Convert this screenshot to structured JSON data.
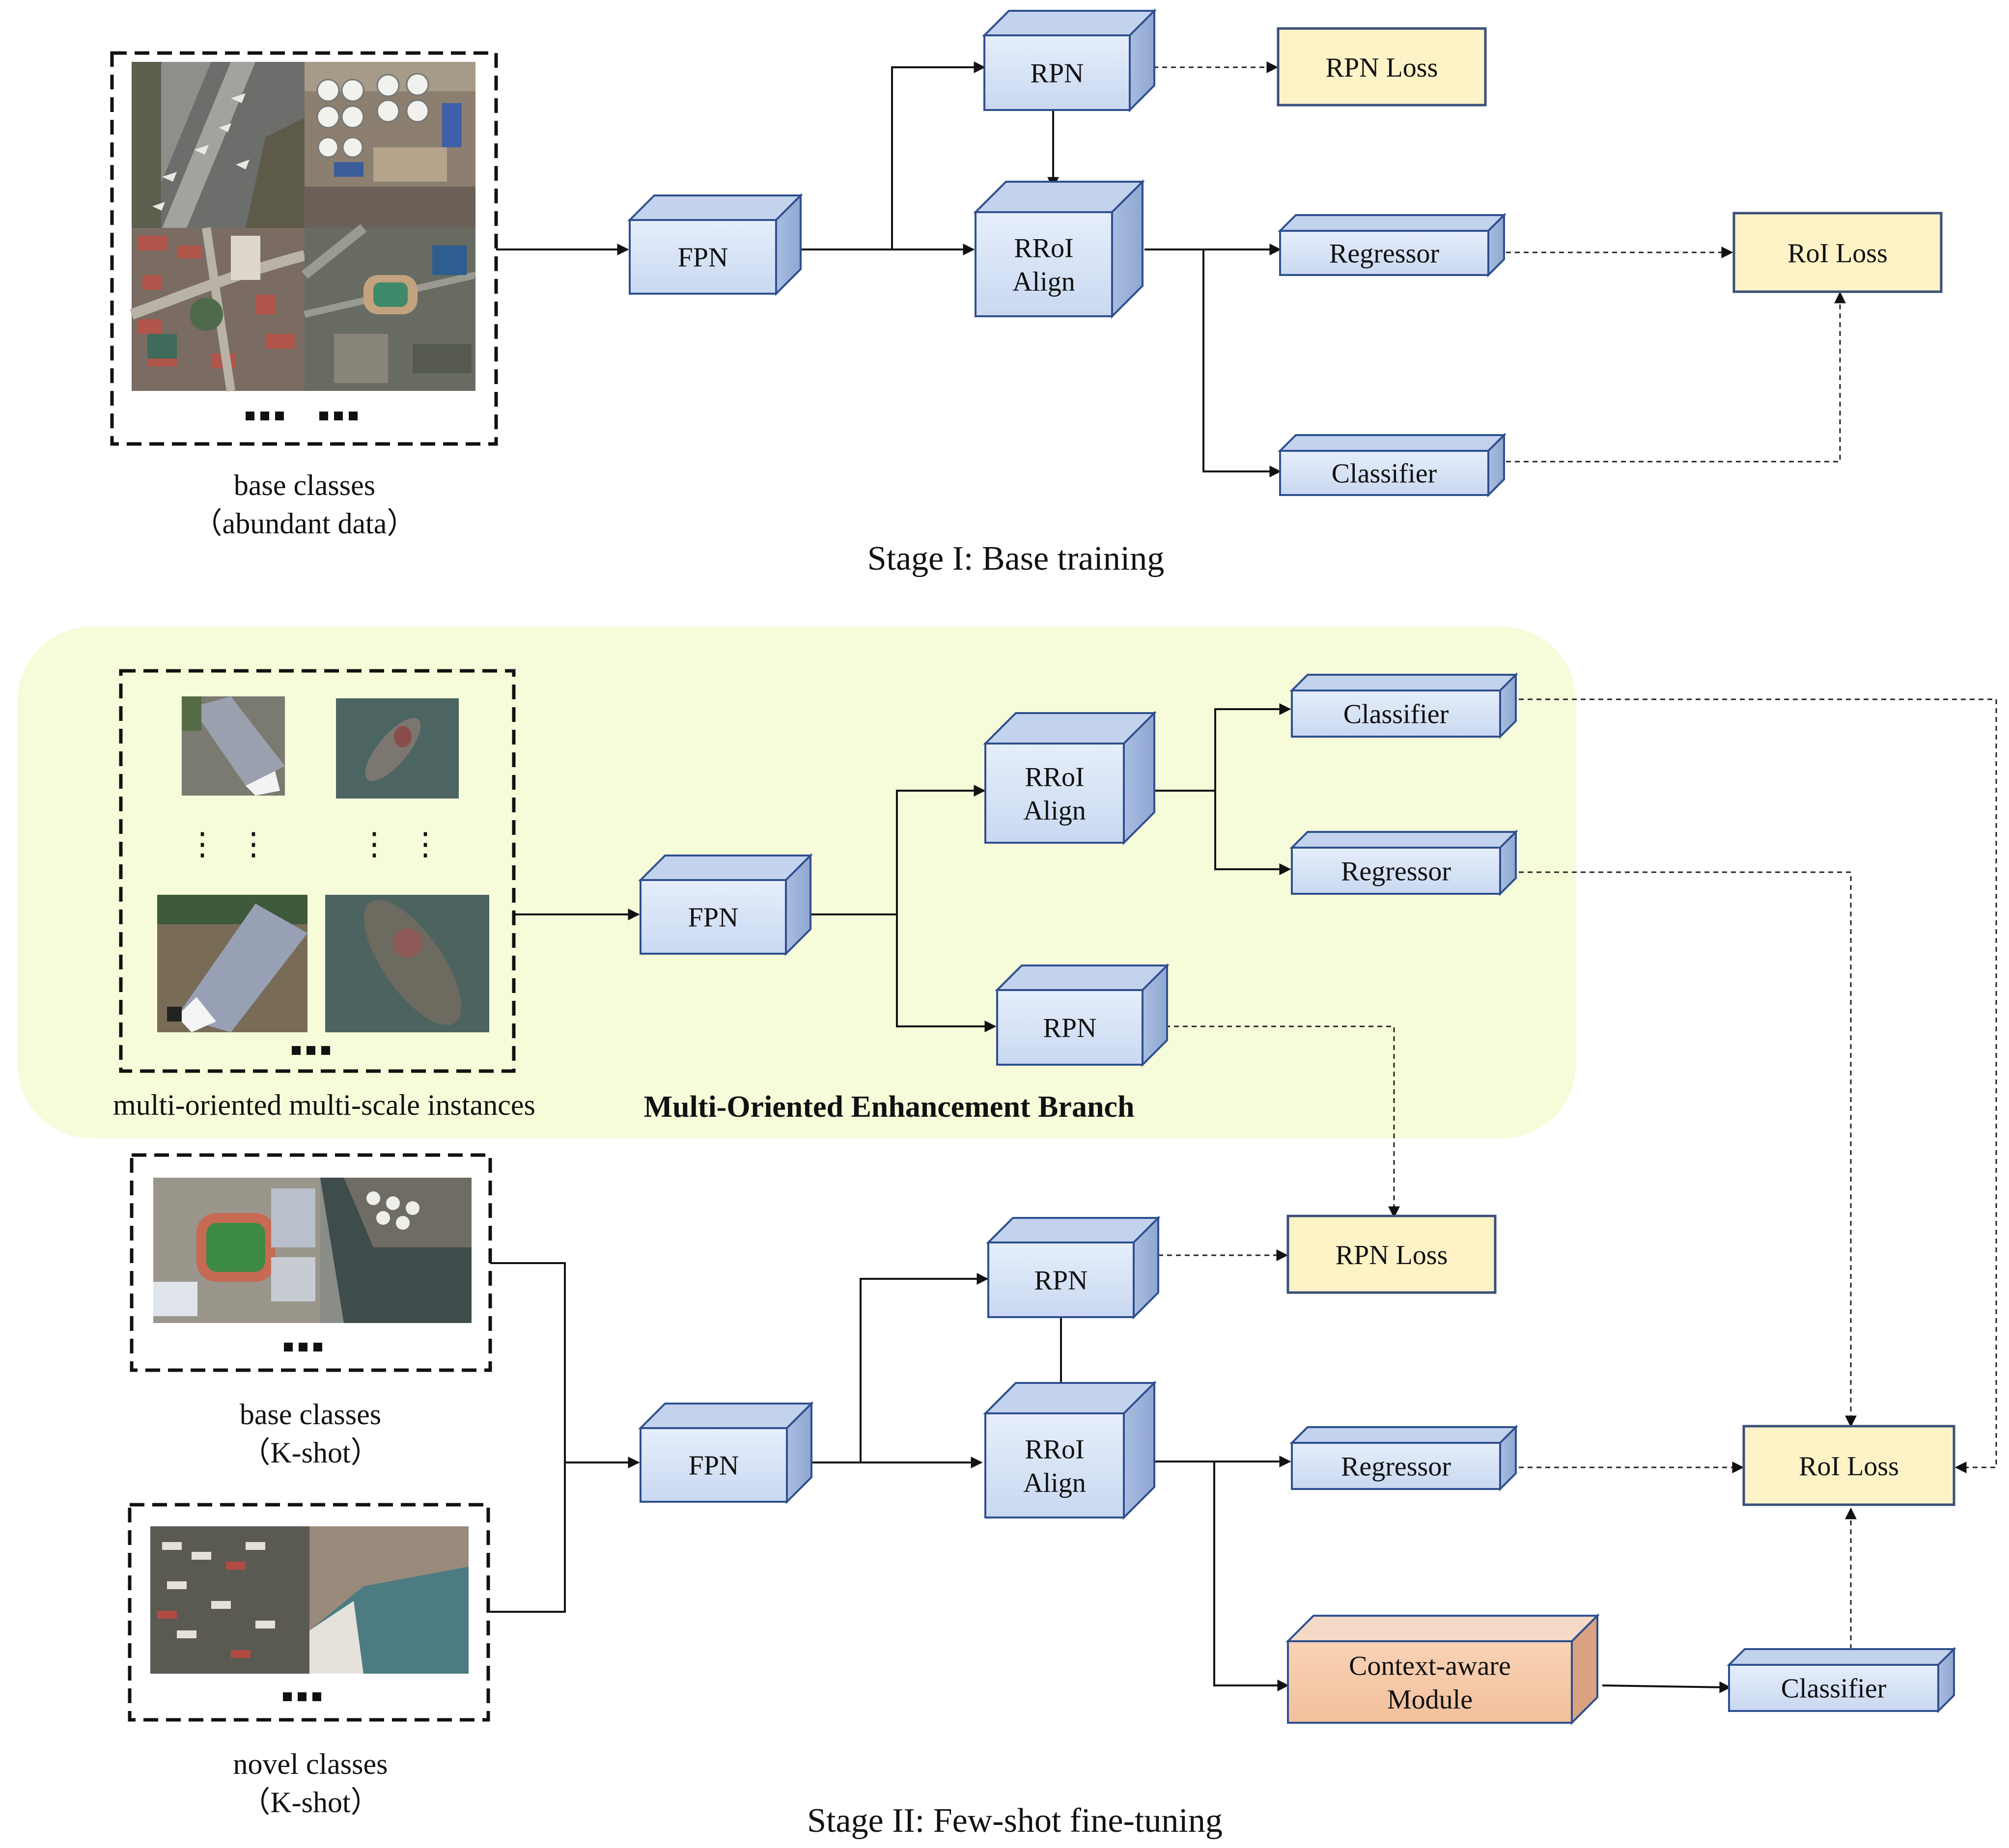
{
  "stage1": {
    "title": "Stage I: Base training",
    "input_caption_line1": "base classes",
    "input_caption_line2": "（abundant data）",
    "fpn": "FPN",
    "rpn": "RPN",
    "rpn_loss": "RPN Loss",
    "rroi_line1": "RRoI",
    "rroi_line2": "Align",
    "regressor": "Regressor",
    "classifier": "Classifier",
    "roi_loss": "RoI Loss"
  },
  "branch": {
    "title": "Multi-Oriented Enhancement Branch",
    "input_caption": "multi-oriented multi-scale instances",
    "fpn": "FPN",
    "rroi_line1": "RRoI",
    "rroi_line2": "Align",
    "classifier": "Classifier",
    "regressor": "Regressor",
    "rpn": "RPN"
  },
  "stage2": {
    "title": "Stage II: Few-shot fine-tuning",
    "base_caption_line1": "base classes",
    "base_caption_line2": "（K-shot）",
    "novel_caption_line1": "novel classes",
    "novel_caption_line2": "（K-shot）",
    "fpn": "FPN",
    "rpn": "RPN",
    "rpn_loss": "RPN Loss",
    "rroi_line1": "RRoI",
    "rroi_line2": "Align",
    "regressor": "Regressor",
    "roi_loss": "RoI Loss",
    "context_line1": "Context-aware",
    "context_line2": "Module",
    "classifier": "Classifier"
  },
  "colors": {
    "block_front": "#d6e2f5",
    "block_top": "#c3d3ee",
    "block_side": "#9fb4da",
    "block_stroke": "#2f4f8f",
    "loss_fill": "#fdf3c6",
    "loss_stroke": "#3a4f7a",
    "context_front": "#f6c9a8",
    "context_top": "#f3d9c6",
    "context_side": "#d9a281",
    "branch_bg": "#f6fbd9"
  }
}
